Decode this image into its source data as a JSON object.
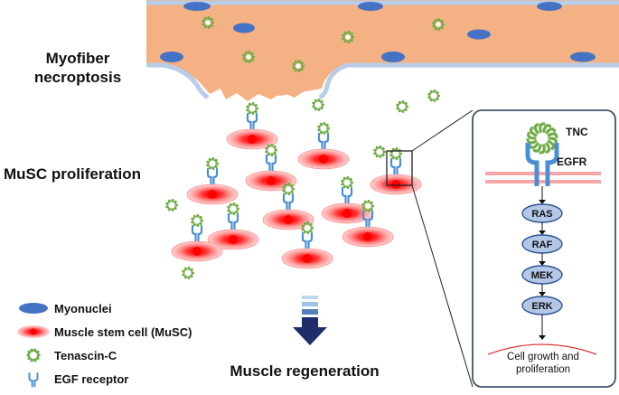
{
  "labels": {
    "myofiber_line1": "Myofiber",
    "myofiber_line2": "necroptosis",
    "musc_proliferation": "MuSC proliferation",
    "muscle_regeneration": "Muscle regeneration"
  },
  "legend": [
    {
      "key": "myonuclei",
      "label": "Myonuclei"
    },
    {
      "key": "musc",
      "label": "Muscle stem cell (MuSC)"
    },
    {
      "key": "tenascin",
      "label": "Tenascin-C"
    },
    {
      "key": "egfr",
      "label": "EGF receptor"
    }
  ],
  "pathway": {
    "ligand_label": "TNC",
    "receptor_label": "EGFR",
    "steps": [
      "RAS",
      "RAF",
      "MEK",
      "ERK"
    ],
    "outcome_line1": "Cell growth and",
    "outcome_line2": "proliferation"
  },
  "colors": {
    "myofiber": "#f4b183",
    "membrane": "#b7cde8",
    "nucleus": "#4472c4",
    "cell": "#ff3b3b",
    "tenascin": "#70ad47",
    "receptor": "#4a8fd6",
    "kinase_fill": "#b4c7e7",
    "kinase_stroke": "#2f5597",
    "panel_border": "#44546a",
    "outcome_arc": "#e03030",
    "arrow": "#1f2e6b"
  }
}
